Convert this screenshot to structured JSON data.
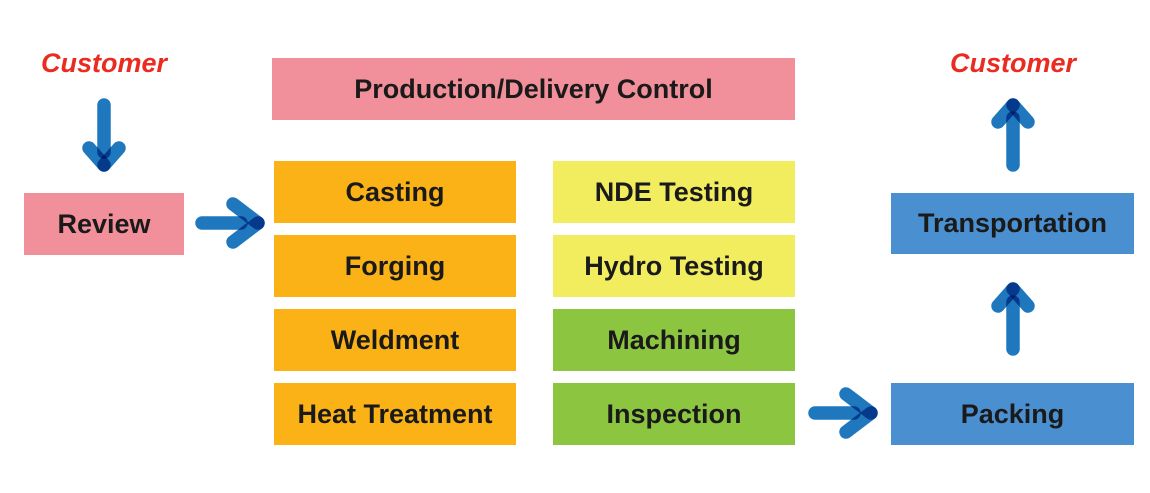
{
  "labels": {
    "customer_left": "Customer",
    "customer_right": "Customer",
    "review": "Review",
    "production_control": "Production/Delivery Control",
    "transportation": "Transportation",
    "packing": "Packing"
  },
  "process_columns": {
    "column1": [
      "Casting",
      "Forging",
      "Weldment",
      "Heat Treatment"
    ],
    "column2": [
      "NDE Testing",
      "Hydro Testing",
      "Machining",
      "Inspection"
    ]
  },
  "icons": {
    "arrow_down": "chevron-arrow-down",
    "arrow_right": "chevron-arrow-right",
    "arrow_up": "chevron-arrow-up"
  },
  "colors": {
    "box_pink": "#F1909B",
    "box_orange": "#FBB217",
    "box_yellow": "#F2EC5F",
    "box_green": "#8CC540",
    "box_blue": "#4A90D1",
    "arrow_blue": "#1F78BD",
    "customer_red": "#EA2B1F",
    "text_dark": "#1A1A1A"
  }
}
